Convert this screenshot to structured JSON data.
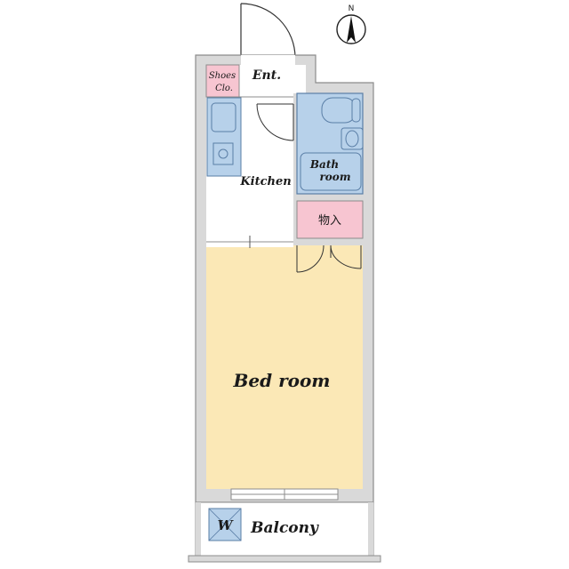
{
  "compass": {
    "label": "N"
  },
  "rooms": {
    "entrance": "Ent.",
    "shoes_closet_line1": "Shoes",
    "shoes_closet_line2": "Clo.",
    "kitchen": "Kitchen",
    "bath_line1": "Bath",
    "bath_line2": "room",
    "storage": "物入",
    "bedroom": "Bed room",
    "washer": "W",
    "balcony": "Balcony"
  },
  "colors": {
    "wall": "#d9d9d9",
    "wall_edge": "#8c8c8c",
    "floor_white": "#ffffff",
    "bedroom": "#fbe8b6",
    "pink": "#f7c5d1",
    "blue": "#b7d1ea",
    "fixture_edge": "#5a7ea6",
    "balcony_floor": "#ffffff"
  },
  "icons": [
    "compass-north-icon",
    "sink-icon",
    "stove-icon",
    "toilet-icon",
    "bathtub-icon",
    "washbasin-icon",
    "washer-icon"
  ]
}
